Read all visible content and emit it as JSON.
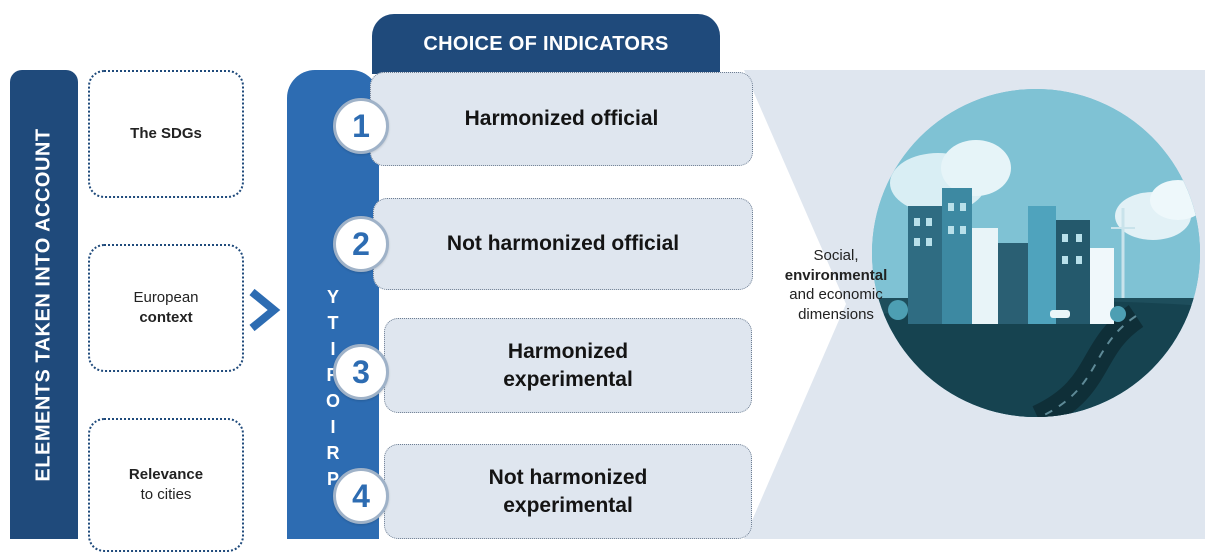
{
  "left_band": {
    "title": "ELEMENTS TAKEN INTO ACCOUNT"
  },
  "elements": [
    {
      "line1": "The SDGs",
      "line2": ""
    },
    {
      "line1": "European",
      "line2": "context"
    },
    {
      "line1": "Relevance",
      "line2": "to cities"
    }
  ],
  "header": {
    "title": "CHOICE OF INDICATORS"
  },
  "priority": {
    "letters": [
      "P",
      "R",
      "I",
      "O",
      "R",
      "I",
      "T",
      "Y"
    ]
  },
  "indicators": [
    {
      "number": "1",
      "line1": "Harmonized official",
      "line2": ""
    },
    {
      "number": "2",
      "line1": "Not harmonized official",
      "line2": ""
    },
    {
      "number": "3",
      "line1": "Harmonized",
      "line2": "experimental"
    },
    {
      "number": "4",
      "line1": "Not harmonized",
      "line2": "experimental"
    }
  ],
  "dimensions": {
    "line1": "Social,",
    "line2": "environmental",
    "line3": "and economic",
    "line4": "dimensions"
  },
  "colors": {
    "dark_blue": "#1f4a7b",
    "mid_blue": "#2d6cb2",
    "light_panel": "#dfe6ef",
    "teal": "#3a98b3",
    "dark_teal": "#1e4e5c"
  },
  "icons": {
    "arrow": "chevron-right-icon",
    "illustration": "city-illustration"
  }
}
